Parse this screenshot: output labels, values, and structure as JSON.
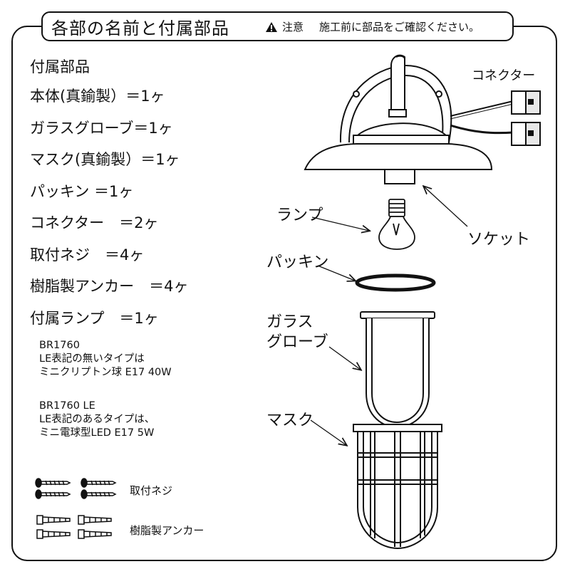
{
  "header": {
    "title": "各部の名前と付属部品",
    "warning_icon": "warning-triangle-icon",
    "note_label": "注意",
    "note_text": "施工前に部品をご確認ください。"
  },
  "parts": {
    "heading": "付属部品",
    "items": [
      "本体(真鍮製）＝1ヶ",
      "ガラスグローブ＝1ヶ",
      "マスク(真鍮製）＝1ヶ",
      "パッキン ＝1ヶ",
      "コネクター　＝2ヶ",
      "取付ネジ　＝4ヶ",
      "樹脂製アンカー　＝4ヶ",
      "付属ランプ　＝1ヶ"
    ]
  },
  "models": [
    {
      "model": "BR1760",
      "line1": "LE表記の無いタイプは",
      "line2": "ミニクリプトン球 E17 40W"
    },
    {
      "model": "BR1760 LE",
      "line1": "LE表記のあるタイプは、",
      "line2": "ミニ電球型LED E17 5W"
    }
  ],
  "diagram": {
    "connector": "コネクター",
    "lamp": "ランプ",
    "socket": "ソケット",
    "gasket": "パッキン",
    "glass_globe_1": "ガラス",
    "glass_globe_2": "グローブ",
    "mask": "マスク"
  },
  "accessories": {
    "screws": "取付ネジ",
    "anchors": "樹脂製アンカー"
  }
}
